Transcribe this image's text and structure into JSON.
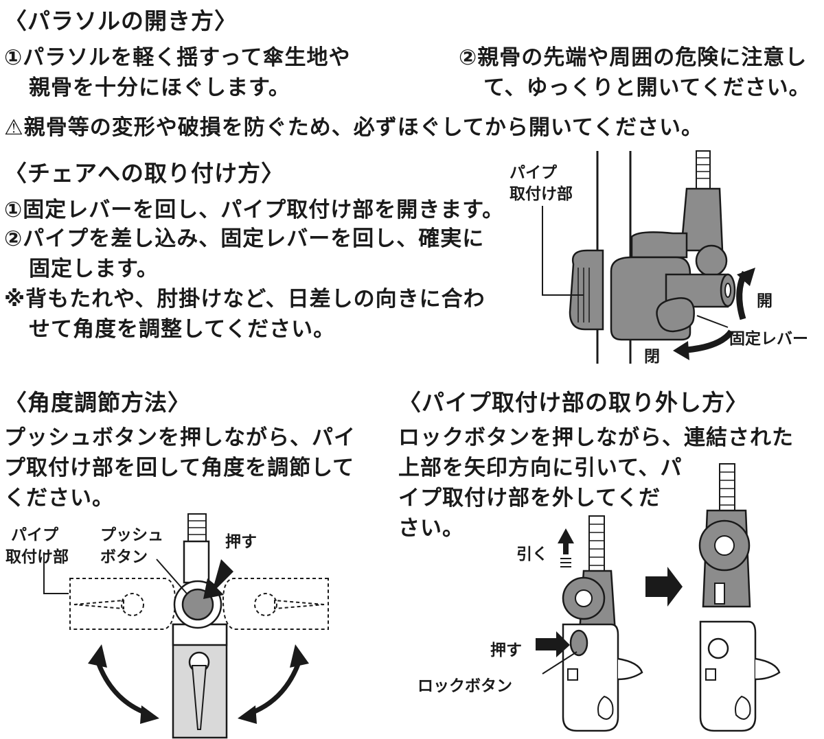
{
  "opening": {
    "title": "〈パラソルの開き方〉",
    "step1_line1": "①パラソルを軽く揺すって傘生地や",
    "step1_line2": "親骨を十分にほぐします。",
    "step2_line1": "②親骨の先端や周囲の危険に注意し",
    "step2_line2": "て、ゆっくりと開いてください。",
    "warning": "⚠親骨等の変形や破損を防ぐため、必ずほぐしてから開いてください。"
  },
  "mounting": {
    "title": "〈チェアへの取り付け方〉",
    "step1": "①固定レバーを回し、パイプ取付け部を開きます。",
    "step2_line1": "②パイプを差し込み、固定レバーを回し、確実に",
    "step2_line2": "固定します。",
    "note_line1": "※背もたれや、肘掛けなど、日差しの向きに合わ",
    "note_line2": "せて角度を調整してください。",
    "diagram": {
      "pipe_label_line1": "パイプ",
      "pipe_label_line2": "取付け部",
      "open_label": "開",
      "close_label": "閉",
      "lever_label": "固定レバー"
    }
  },
  "angle": {
    "title": "〈角度調節方法〉",
    "line1": "プッシュボタンを押しながら、パイ",
    "line2": "プ取付け部を回して角度を調節して",
    "line3": "ください。",
    "diagram": {
      "pipe_label_line1": "パイプ",
      "pipe_label_line2": "取付け部",
      "push_button_line1": "プッシュ",
      "push_button_line2": "ボタン",
      "press_label": "押す"
    }
  },
  "removal": {
    "title": "〈パイプ取付け部の取り外し方〉",
    "line1": "ロックボタンを押しながら、連結された",
    "line2": "上部を矢印方向に引いて、パ",
    "line3": "イプ取付け部を外してくだ",
    "line4": "さい。",
    "diagram": {
      "pull_label": "引く",
      "press_label": "押す",
      "lock_button_label": "ロックボタン"
    }
  },
  "colors": {
    "ink": "#1a1a1a",
    "part_gray": "#8c8c8c",
    "light_gray": "#d9d9d9"
  }
}
